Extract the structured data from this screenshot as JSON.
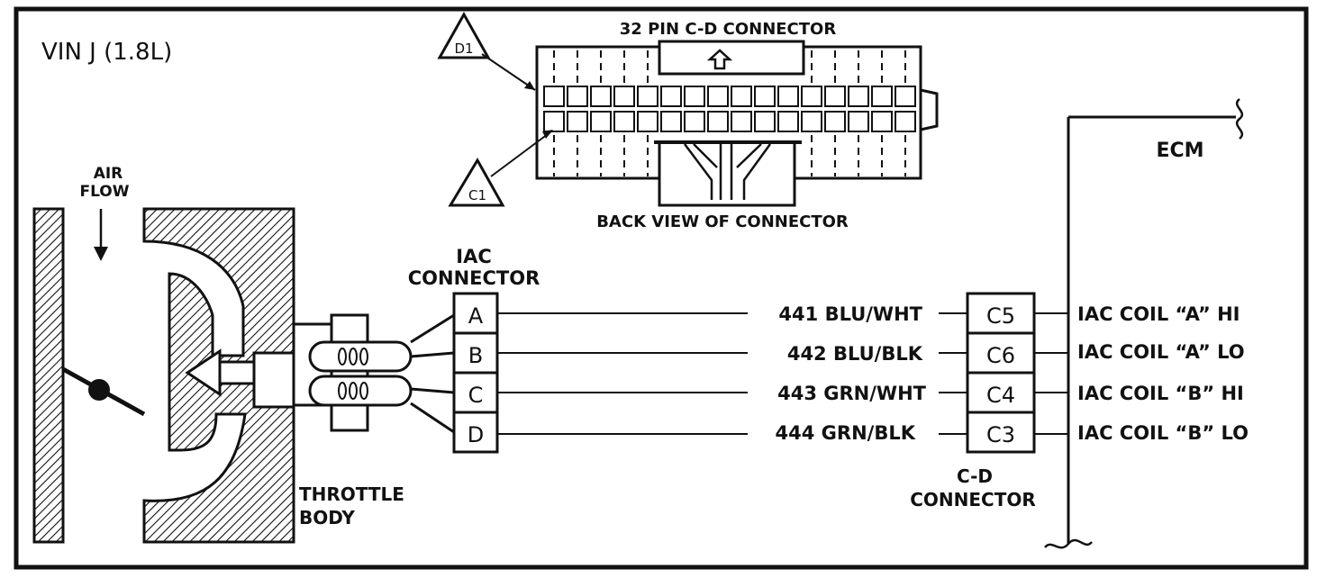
{
  "vin_label": "VIN J (1.8L)",
  "connector_32": {
    "title": "32 PIN C-D CONNECTOR",
    "back_view": "BACK VIEW OF CONNECTOR",
    "marker_d1": "D1",
    "marker_c1": "C1"
  },
  "air_flow": {
    "line1": "AIR",
    "line2": "FLOW"
  },
  "throttle_body": {
    "line1": "THROTTLE",
    "line2": "BODY"
  },
  "iac_connector": {
    "title_line1": "IAC",
    "title_line2": "CONNECTOR",
    "pins": [
      "A",
      "B",
      "C",
      "D"
    ]
  },
  "wires": [
    {
      "label": "441 BLU/WHT",
      "cd_pin": "C5",
      "function": "IAC COIL “A” HI"
    },
    {
      "label": "442 BLU/BLK",
      "cd_pin": "C6",
      "function": "IAC COIL “A” LO"
    },
    {
      "label": "443 GRN/WHT",
      "cd_pin": "C4",
      "function": "IAC COIL “B” HI"
    },
    {
      "label": "444 GRN/BLK",
      "cd_pin": "C3",
      "function": "IAC COIL “B” LO"
    }
  ],
  "cd_connector": {
    "line1": "C-D",
    "line2": "CONNECTOR"
  },
  "ecm_label": "ECM"
}
